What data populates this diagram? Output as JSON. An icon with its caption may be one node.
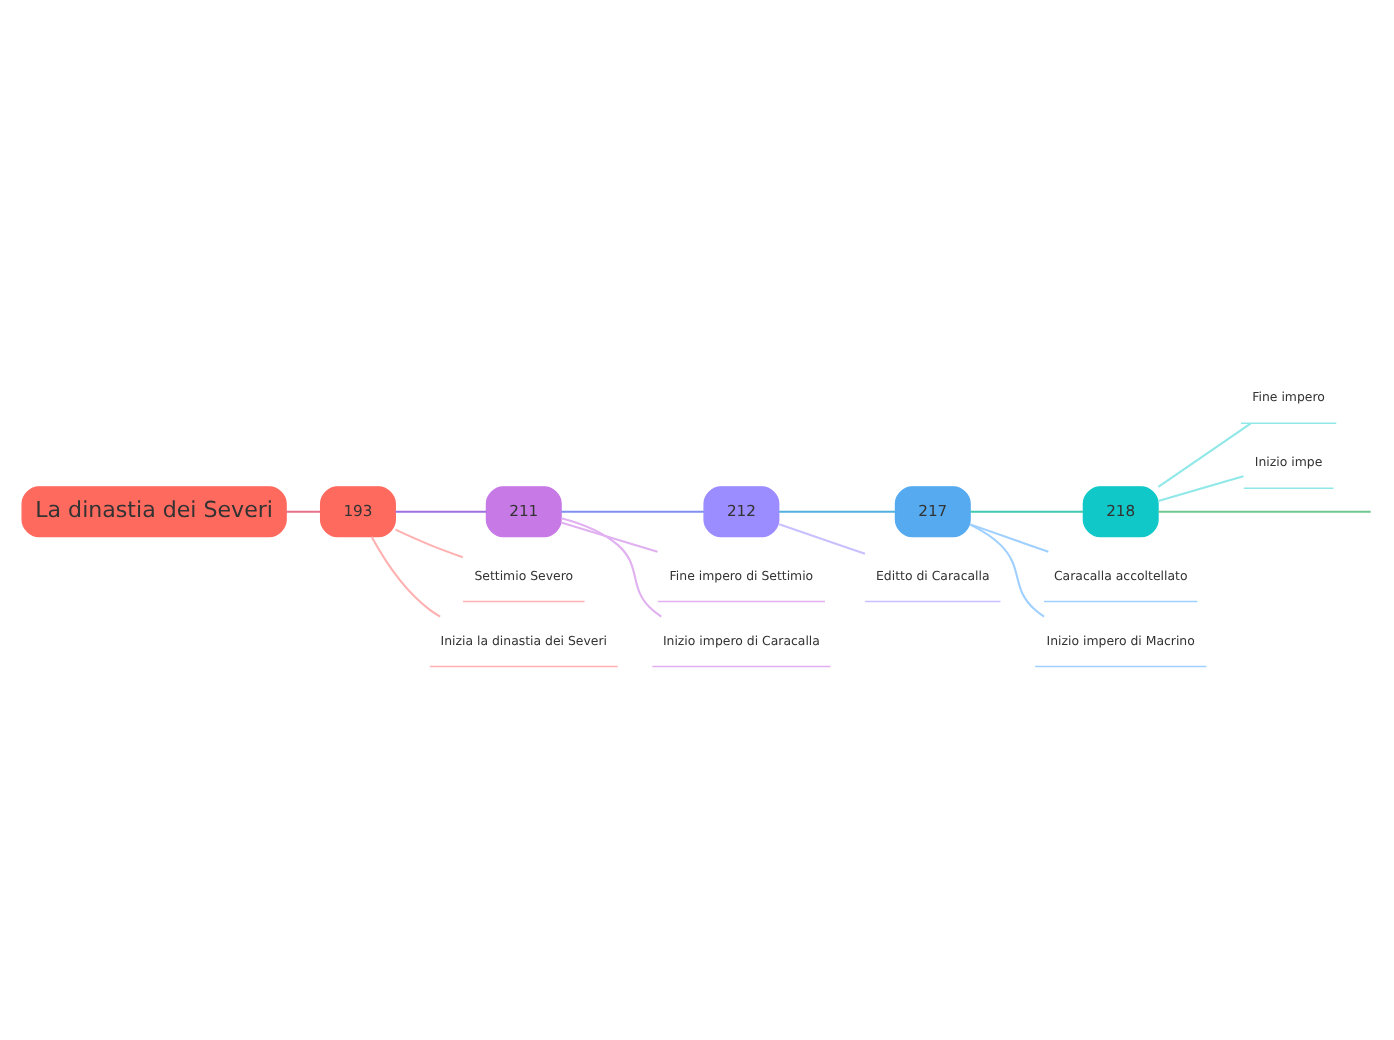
{
  "diagram": {
    "nodes": [
      {
        "text": [
          "La dinastia dei Severi"
        ]
      },
      {
        "text": [
          "193"
        ]
      },
      {
        "text": [
          "211"
        ]
      },
      {
        "text": [
          "212"
        ]
      },
      {
        "text": [
          "217"
        ]
      },
      {
        "text": [
          "218"
        ]
      },
      {
        "text": [
          "Settimio Severo"
        ]
      },
      {
        "text": [
          "Inizia la dinastia dei Severi"
        ]
      },
      {
        "text": [
          "Fine impero di Settimio"
        ]
      },
      {
        "text": [
          "Inizio impero di Caracalla"
        ]
      },
      {
        "text": [
          "Editto di Caracalla"
        ]
      },
      {
        "text": [
          "Caracalla accoltellato"
        ]
      },
      {
        "text": [
          "Inizio impero di Macrino"
        ]
      },
      {
        "text": [
          "Fine impero"
        ]
      },
      {
        "text": [
          "Inizio impe"
        ]
      }
    ],
    "edges": [
      {
        "from": 0,
        "to": 1,
        "arrow": "none",
        "color": "#e8708a"
      },
      {
        "from": 1,
        "to": 2,
        "arrow": "none",
        "color": "#a070e0"
      },
      {
        "from": 2,
        "to": 3,
        "arrow": "none",
        "color": "#8090f0"
      },
      {
        "from": 3,
        "to": 4,
        "arrow": "none",
        "color": "#50b0e0"
      },
      {
        "from": 4,
        "to": 5,
        "arrow": "none",
        "color": "#40c8b0"
      },
      {
        "from": 5,
        "to": null,
        "arrow": "none",
        "color": "#70c890"
      },
      {
        "from": 1,
        "to": 6,
        "arrow": "none",
        "color": "#ffb0b0"
      },
      {
        "from": 1,
        "to": 7,
        "arrow": "none",
        "color": "#ffb0b0"
      },
      {
        "from": 2,
        "to": 8,
        "arrow": "none",
        "color": "#e0b0f0"
      },
      {
        "from": 2,
        "to": 9,
        "arrow": "none",
        "color": "#e0b0f0"
      },
      {
        "from": 3,
        "to": 10,
        "arrow": "none",
        "color": "#c8c0ff"
      },
      {
        "from": 4,
        "to": 11,
        "arrow": "none",
        "color": "#a0d0ff"
      },
      {
        "from": 4,
        "to": 12,
        "arrow": "none",
        "color": "#a0d0ff"
      },
      {
        "from": 5,
        "to": 13,
        "arrow": "none",
        "color": "#90e8e8"
      },
      {
        "from": 5,
        "to": 14,
        "arrow": "none",
        "color": "#90e8e8"
      }
    ]
  }
}
